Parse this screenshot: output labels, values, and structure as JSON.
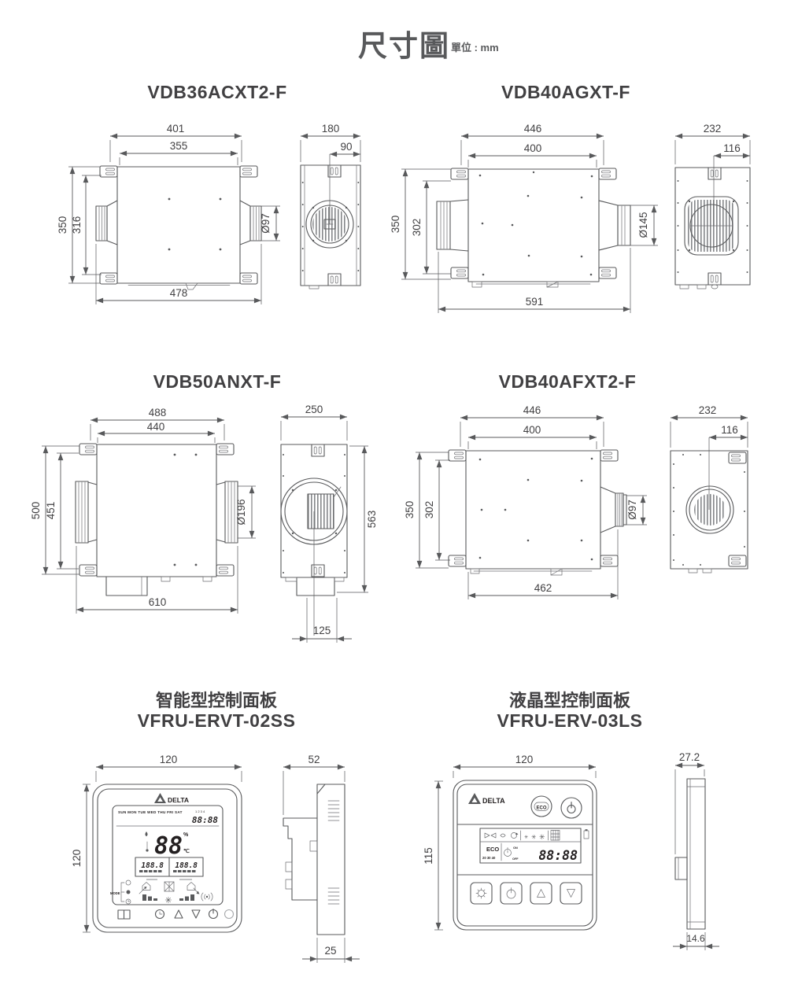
{
  "page": {
    "title": "尺寸圖",
    "unit": "單位 : mm"
  },
  "products": [
    {
      "name": "VDB36ACXT2-F",
      "top_w": "401",
      "inner_w": "355",
      "left_h": "350",
      "inner_h": "316",
      "bottom_w": "478",
      "duct_d": "Ø97",
      "side_w": "180",
      "side_c": "90"
    },
    {
      "name": "VDB40AGXT-F",
      "top_w": "446",
      "inner_w": "400",
      "left_h": "350",
      "inner_h": "302",
      "bottom_w": "591",
      "duct_d": "Ø145",
      "side_w": "232",
      "side_c": "116"
    },
    {
      "name": "VDB50ANXT-F",
      "top_w": "488",
      "inner_w": "440",
      "left_h": "500",
      "inner_h": "451",
      "bottom_w": "610",
      "duct_d": "Ø196",
      "side_w": "250",
      "side_h": "563",
      "side_b": "125"
    },
    {
      "name": "VDB40AFXT2-F",
      "top_w": "446",
      "inner_w": "400",
      "left_h": "350",
      "inner_h": "302",
      "bottom_w": "462",
      "duct_d": "Ø97",
      "side_w": "232",
      "side_c": "116"
    }
  ],
  "panels": [
    {
      "title": "智能型控制面板",
      "model": "VFRU-ERVT-02SS",
      "front_w": "120",
      "front_h": "120",
      "depth": "52",
      "body_t": "25",
      "brand": "DELTA",
      "lcd": {
        "days": "SUN MON TUE WED THU FRI SAT",
        "mini": "1 2 3 4",
        "clock": "88:88",
        "main": "88",
        "pct": "%",
        "deg": "℃",
        "sub_left": "188.8",
        "sub_right": "188.8",
        "mode": "MODE"
      }
    },
    {
      "title": "液晶型控制面板",
      "model": "VFRU-ERV-03LS",
      "front_w": "120",
      "front_h": "115",
      "depth": "27.2",
      "body_t": "14.6",
      "brand": "DELTA",
      "eco_button": "ECO",
      "lcd": {
        "eco": "ECO",
        "scale": "20 30 40",
        "on": "ON",
        "off": "OFF",
        "clock": "88:88"
      }
    }
  ],
  "colors": {
    "line": "#58595b",
    "text": "#414042"
  }
}
